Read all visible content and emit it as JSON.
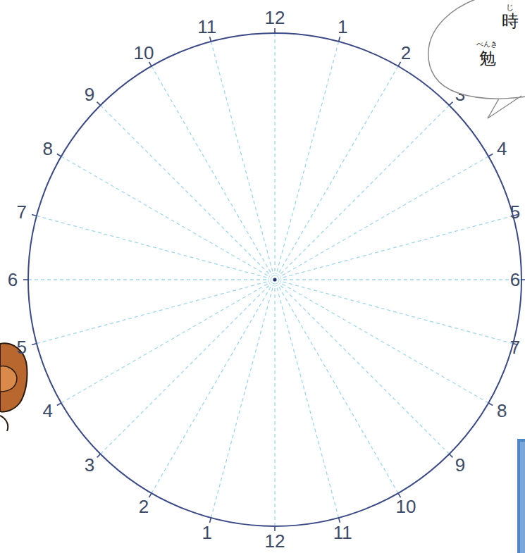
{
  "diagram": {
    "nodes": [
      {
        "text": [
          "じ",
          "時",
          "べんき",
          "勉"
        ]
      }
    ],
    "labels": [
      "12",
      "1",
      "2",
      "3",
      "4",
      "5",
      "6",
      "7",
      "8",
      "9",
      "10",
      "11",
      "12",
      "1",
      "2",
      "3",
      "4",
      "5",
      "6",
      "7",
      "8",
      "9",
      "10",
      "11"
    ]
  }
}
